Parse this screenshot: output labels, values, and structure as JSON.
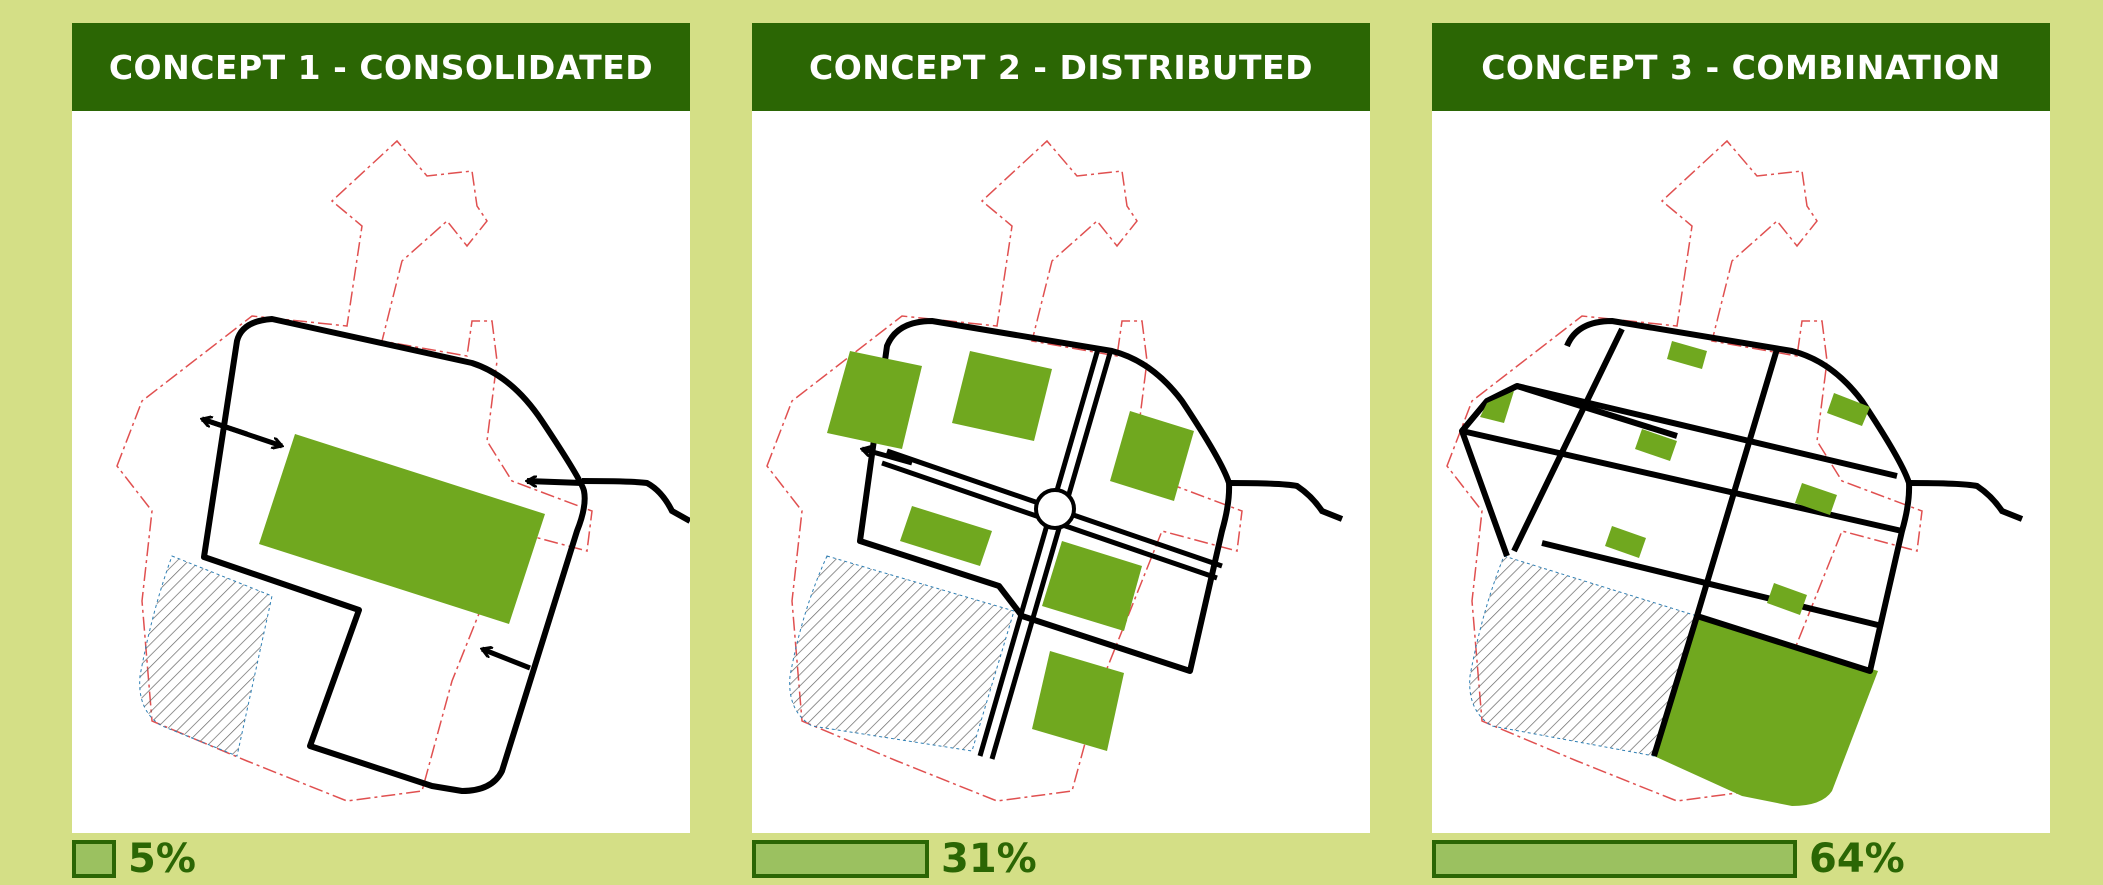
{
  "concepts": [
    {
      "title": "CONCEPT 1 - CONSOLIDATED",
      "percent_label": "5%",
      "percent_value": 0.05
    },
    {
      "title": "CONCEPT 2 - DISTRIBUTED",
      "percent_label": "31%",
      "percent_value": 0.31
    },
    {
      "title": "CONCEPT 3 - COMBINATION",
      "percent_label": "64%",
      "percent_value": 0.64
    }
  ],
  "colors": {
    "background": "#d4df86",
    "header": "#2b6604",
    "green_area": "#70a81f",
    "bar_fill": "#9bc160",
    "boundary_dashed": "#e05050"
  }
}
